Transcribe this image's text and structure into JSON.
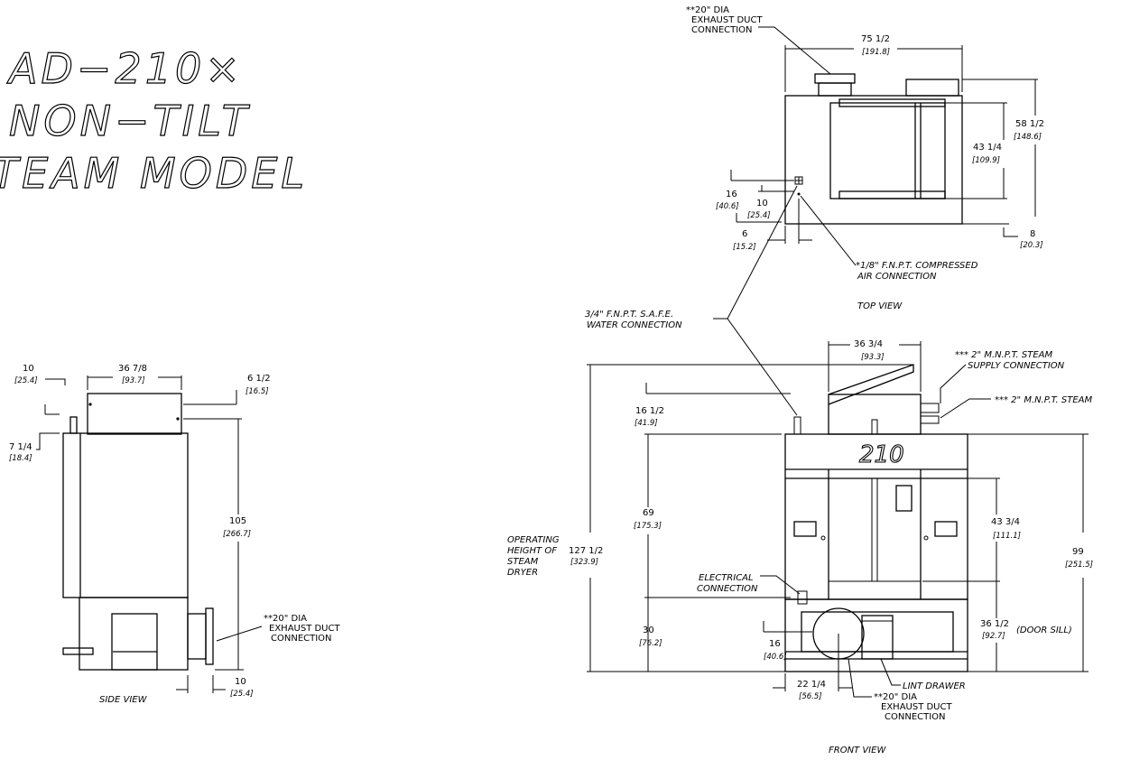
{
  "title": {
    "line1": "AD−210×",
    "line2": "NON−TILT",
    "line3": "TEAM  MODEL"
  },
  "views": {
    "side": "SIDE VIEW",
    "top": "TOP VIEW",
    "front": "FRONT VIEW"
  },
  "side_view": {
    "dim_10_top": "10",
    "dim_10_top_mm": "[25.4]",
    "dim_36_7_8": "36 7/8",
    "dim_36_7_8_mm": "[93.7]",
    "dim_6_1_2": "6 1/2",
    "dim_6_1_2_mm": "[16.5]",
    "dim_7_1_4": "7 1/4",
    "dim_7_1_4_mm": "[18.4]",
    "dim_105": "105",
    "dim_105_mm": "[266.7]",
    "dim_10_bot": "10",
    "dim_10_bot_mm": "[25.4]",
    "exhaust_1": "**20\" DIA",
    "exhaust_2": "EXHAUST DUCT",
    "exhaust_3": "CONNECTION"
  },
  "top_view": {
    "exhaust_1": "**20\" DIA",
    "exhaust_2": "EXHAUST DUCT",
    "exhaust_3": "CONNECTION",
    "dim_75_1_2": "75 1/2",
    "dim_75_1_2_mm": "[191.8]",
    "dim_58_1_2": "58 1/2",
    "dim_58_1_2_mm": "[148.6]",
    "dim_43_1_4": "43 1/4",
    "dim_43_1_4_mm": "[109.9]",
    "dim_16": "16",
    "dim_16_mm": "[40.6]",
    "dim_10": "10",
    "dim_10_mm": "[25.4]",
    "dim_6": "6",
    "dim_6_mm": "[15.2]",
    "dim_8": "8",
    "dim_8_mm": "[20.3]",
    "air_1": "*1/8\" F.N.P.T. COMPRESSED",
    "air_2": "AIR CONNECTION"
  },
  "front_view": {
    "water_1": "3/4\" F.N.P.T. S.A.F.E.",
    "water_2": "WATER CONNECTION",
    "dim_36_3_4": "36 3/4",
    "dim_36_3_4_mm": "[93.3]",
    "steam_supply_1": "*** 2\" M.N.P.T. STEAM",
    "steam_supply_2": "SUPPLY CONNECTION",
    "steam_2": "*** 2\" M.N.P.T. STEAM",
    "dim_16_1_2": "16 1/2",
    "dim_16_1_2_mm": "[41.9]",
    "badge": "210",
    "dim_69": "69",
    "dim_69_mm": "[175.3]",
    "op_1": "OPERATING",
    "op_2": "HEIGHT OF",
    "op_3": "STEAM",
    "op_4": "DRYER",
    "dim_127_1_2": "127 1/2",
    "dim_127_1_2_mm": "[323.9]",
    "dim_43_3_4": "43 3/4",
    "dim_43_3_4_mm": "[111.1]",
    "dim_99": "99",
    "dim_99_mm": "[251.5]",
    "elec_1": "ELECTRICAL",
    "elec_2": "CONNECTION",
    "dim_30": "30",
    "dim_30_mm": "[76.2]",
    "dim_36_1_2": "36 1/2",
    "dim_36_1_2_mm": "[92.7]",
    "door_sill": "(DOOR SILL)",
    "dim_16": "16",
    "dim_16_mm": "[40.6]",
    "dim_22_1_4": "22 1/4",
    "dim_22_1_4_mm": "[56.5]",
    "lint": "LINT DRAWER",
    "exhaust_1": "**20\" DIA",
    "exhaust_2": "EXHAUST DUCT",
    "exhaust_3": "CONNECTION"
  }
}
